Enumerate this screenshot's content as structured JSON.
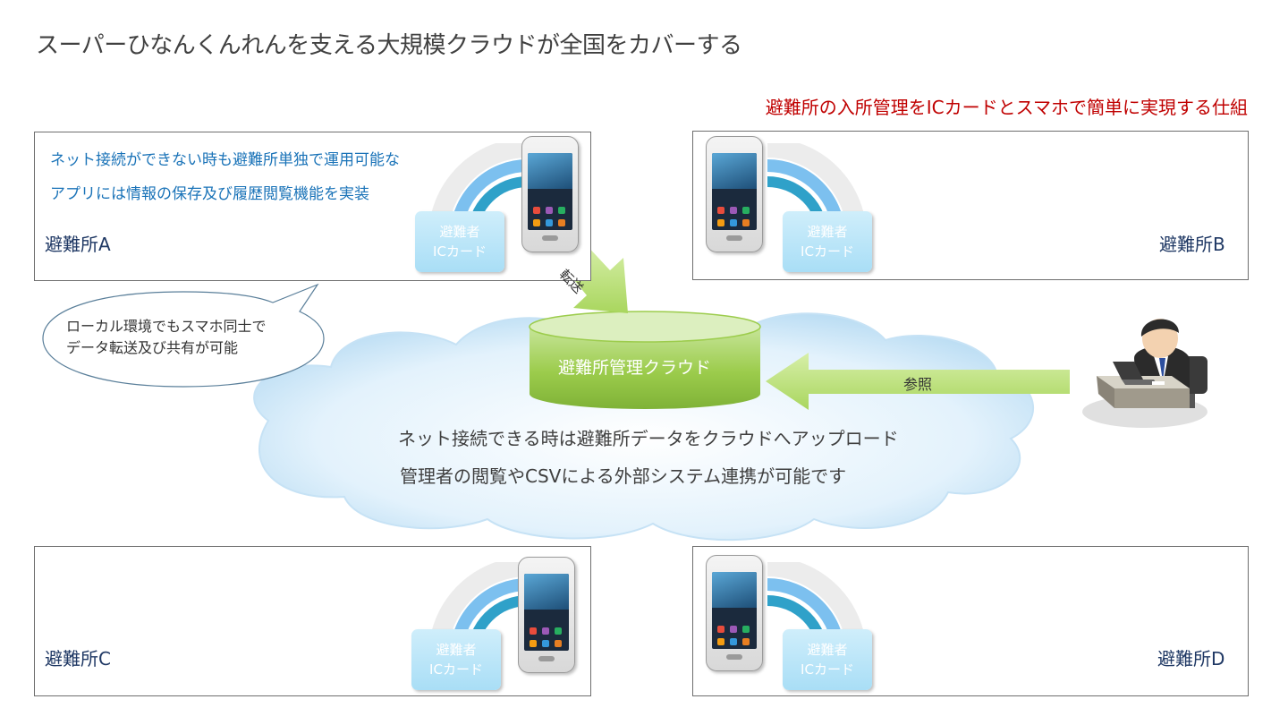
{
  "title": "スーパーひなんくんれんを支える大規模クラウドが全国をカバーする",
  "subtitle": "避難所の入所管理をICカードとスマホで簡単に実現する仕組",
  "shelters": {
    "a": {
      "name": "避難所A",
      "feature_lines": [
        "ネット接続ができない時も避難所単独で運用可能な",
        "アプリには情報の保存及び履歴閲覧機能を実装"
      ]
    },
    "b": {
      "name": "避難所B"
    },
    "c": {
      "name": "避難所C"
    },
    "d": {
      "name": "避難所D"
    }
  },
  "ic_card": {
    "line1": "避難者",
    "line2": "ICカード"
  },
  "bubble": {
    "lines": [
      "ローカル環境でもスマホ同士で",
      "データ転送及び共有が可能"
    ]
  },
  "cloud": {
    "db_label": "避難所管理クラウド",
    "lines": [
      "ネット接続できる時は避難所データをクラウドへアップロード",
      "管理者の閲覧やCSVによる外部システム連携が可能です"
    ]
  },
  "arrows": {
    "transfer": "転送",
    "reference": "参照"
  },
  "colors": {
    "title": "#404040",
    "subtitle": "#c00000",
    "feature_text": "#1a73b8",
    "shelter_name": "#1f3864",
    "arrow_green": "#b6df7a",
    "db_green": "#9ccc4c",
    "card_blue": "#a9def6",
    "cloud_blue": "#c5e4f7"
  },
  "icons": [
    "smartphone-icon",
    "ic-card-icon",
    "cloud-icon",
    "database-icon",
    "administrator-at-desk-icon",
    "speech-bubble-icon"
  ]
}
